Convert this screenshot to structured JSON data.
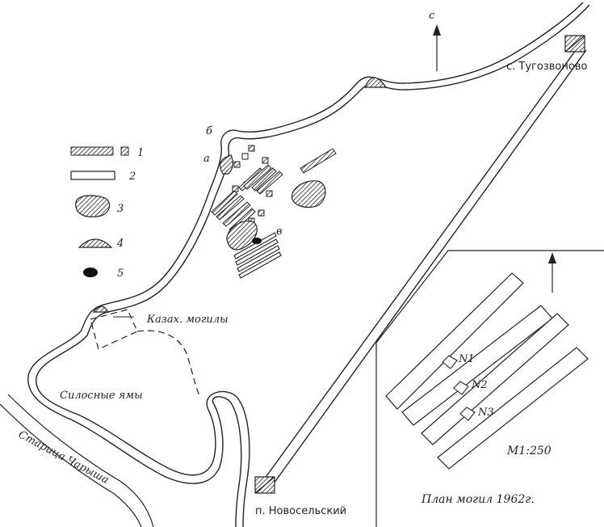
{
  "north_label": "с",
  "settlements": {
    "tugozvonovo": "с. Тугозвоново",
    "novoselsky": "п. Новосельский"
  },
  "areas": {
    "kazakh_graves": "Казах. могилы",
    "silage_pits": "Силосные ямы",
    "staritsa": "Старица Чарыша"
  },
  "site_points": {
    "a": "а",
    "b": "б",
    "v": "в"
  },
  "legend": [
    {
      "id": "1",
      "label": "1"
    },
    {
      "id": "2",
      "label": "2"
    },
    {
      "id": "3",
      "label": "3"
    },
    {
      "id": "4",
      "label": "4"
    },
    {
      "id": "5",
      "label": "5"
    }
  ],
  "inset": {
    "title": "План могил 1962г.",
    "scale": "М1:250",
    "graves": [
      "N1",
      "N2",
      "N3"
    ]
  }
}
